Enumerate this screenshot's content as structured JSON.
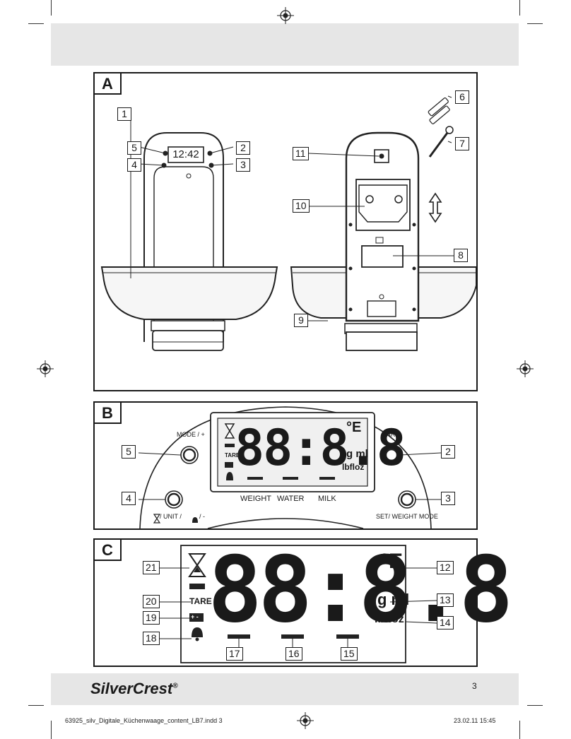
{
  "page": {
    "number": "3",
    "brand": "SilverCrest",
    "brand_mark": "®"
  },
  "footer": {
    "file": "63925_silv_Digitale_Küchenwaage_content_LB7.indd   3",
    "date": "23.02.11   15:45"
  },
  "figure_a": {
    "letter": "A",
    "clock_display": "12:42",
    "callouts": [
      "1",
      "2",
      "3",
      "4",
      "5",
      "6",
      "7",
      "8",
      "9",
      "10",
      "11"
    ]
  },
  "figure_b": {
    "letter": "B",
    "button_mode": "MODE / +",
    "button_tare": "TARE",
    "button_unit": "/ UNIT / ",
    "button_unit_end": "/ -",
    "button_set": "SET/ WEIGHT MODE",
    "mode_weight": "WEIGHT",
    "mode_water": "WATER",
    "mode_milk": "MILK",
    "display_digits": "88:8.8",
    "unit_deg": "°E",
    "unit_gml": "g ml",
    "unit_lbfloz": "lbfloz",
    "tare": "TARE",
    "callouts": [
      "2",
      "3",
      "4",
      "5"
    ]
  },
  "figure_c": {
    "letter": "C",
    "display_digits": "88:8.8",
    "unit_deg": "°E",
    "unit_gml": "g ml",
    "unit_lbfloz": "lbfloz",
    "tare": "TARE",
    "battery": "+ -",
    "callouts": [
      "12",
      "13",
      "14",
      "15",
      "16",
      "17",
      "18",
      "19",
      "20",
      "21"
    ]
  }
}
